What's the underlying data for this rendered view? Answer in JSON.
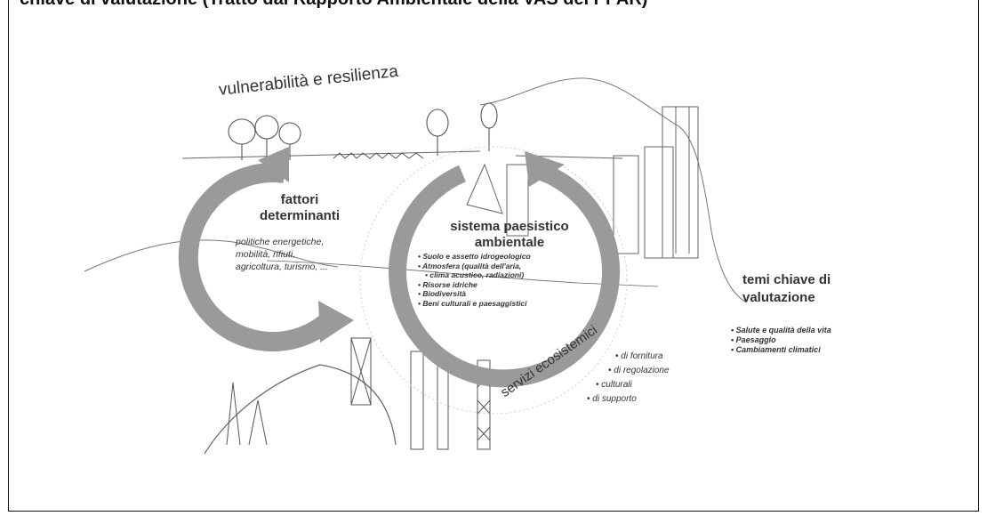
{
  "header": {
    "title": "chiave di valutazione (Tratto dal Rapporto Ambientale della VAS del PPAR)"
  },
  "diagram": {
    "vulnerabilita": "vulnerabilità e resilienza",
    "fattori": {
      "title_line1": "fattori",
      "title_line2": "determinanti",
      "subtitle_lines": [
        "politiche energetiche,",
        "mobilità, rifiuti,",
        "agricoltura, turismo, ..."
      ]
    },
    "sistema": {
      "title_line1": "sistema paesistico",
      "title_line2": "ambientale",
      "items": [
        "Suolo e assetto idrogeologico",
        "Atmosfera (qualità dell'aria,",
        "clima acustico, radiazioni)",
        "Risorse idriche",
        "Biodiversità",
        "Beni culturali e paesaggistici"
      ]
    },
    "servizi": {
      "title": "servizi ecosistemici",
      "items": [
        "di fornitura",
        "di regolazione",
        "culturali",
        "di supporto"
      ]
    },
    "temi": {
      "title_line1": "temi chiave di",
      "title_line2": "valutazione",
      "items": [
        "Salute e qualità della vita",
        "Paesaggio",
        "Cambiamenti climatici"
      ]
    }
  },
  "colors": {
    "arrow": "#9a9a9a",
    "sketch": "#555555"
  }
}
